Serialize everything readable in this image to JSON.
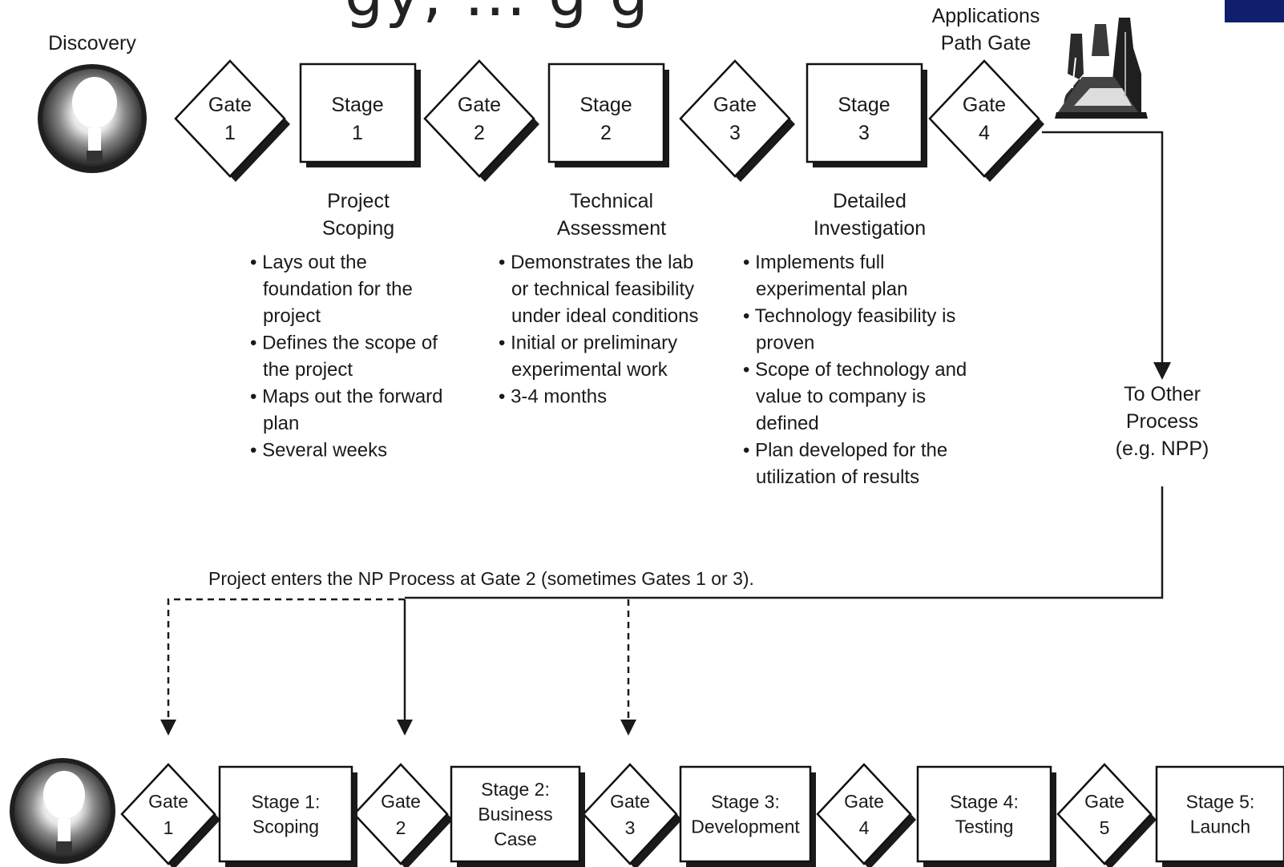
{
  "title_fragment": "gy, ... g g",
  "discovery_label": "Discovery",
  "applications_gate_label": [
    "Applications",
    "Path Gate"
  ],
  "top_gates": [
    {
      "line1": "Gate",
      "line2": "1"
    },
    {
      "line1": "Gate",
      "line2": "2"
    },
    {
      "line1": "Gate",
      "line2": "3"
    },
    {
      "line1": "Gate",
      "line2": "4"
    }
  ],
  "top_stages": [
    {
      "line1": "Stage",
      "line2": "1",
      "name": [
        "Project",
        "Scoping"
      ],
      "bullets": [
        [
          "• Lays out the",
          "foundation for the",
          "project"
        ],
        [
          "• Defines the scope of",
          "the project"
        ],
        [
          "• Maps out the forward",
          "plan"
        ],
        [
          "• Several weeks"
        ]
      ]
    },
    {
      "line1": "Stage",
      "line2": "2",
      "name": [
        "Technical",
        "Assessment"
      ],
      "bullets": [
        [
          "• Demonstrates the lab",
          "or technical feasibility",
          "under ideal conditions"
        ],
        [
          "• Initial or preliminary",
          "experimental work"
        ],
        [
          "• 3-4 months"
        ]
      ]
    },
    {
      "line1": "Stage",
      "line2": "3",
      "name": [
        "Detailed",
        "Investigation"
      ],
      "bullets": [
        [
          "• Implements full",
          "experimental plan"
        ],
        [
          "• Technology feasibility is",
          "proven"
        ],
        [
          "• Scope of technology and",
          "value to company is",
          "defined"
        ],
        [
          "• Plan developed for the",
          "utilization of results"
        ]
      ]
    }
  ],
  "other_process": [
    "To Other",
    "Process",
    "(e.g. NPP)"
  ],
  "np_entry_note": "Project enters the NP Process at Gate 2 (sometimes Gates 1 or 3).",
  "bottom_gates": [
    {
      "line1": "Gate",
      "line2": "1"
    },
    {
      "line1": "Gate",
      "line2": "2"
    },
    {
      "line1": "Gate",
      "line2": "3"
    },
    {
      "line1": "Gate",
      "line2": "4"
    },
    {
      "line1": "Gate",
      "line2": "5"
    }
  ],
  "bottom_stages": [
    [
      "Stage 1:",
      "Scoping"
    ],
    [
      "Stage 2:",
      "Business",
      "Case"
    ],
    [
      "Stage 3:",
      "Development"
    ],
    [
      "Stage 4:",
      "Testing"
    ],
    [
      "Stage 5:",
      "Launch"
    ]
  ],
  "colors": {
    "corner_accent": "#0f1f6e",
    "ink": "#1a1a1a"
  },
  "icons": {
    "discovery": "lightbulb-icon",
    "applications": "lab-flasks-icon"
  }
}
